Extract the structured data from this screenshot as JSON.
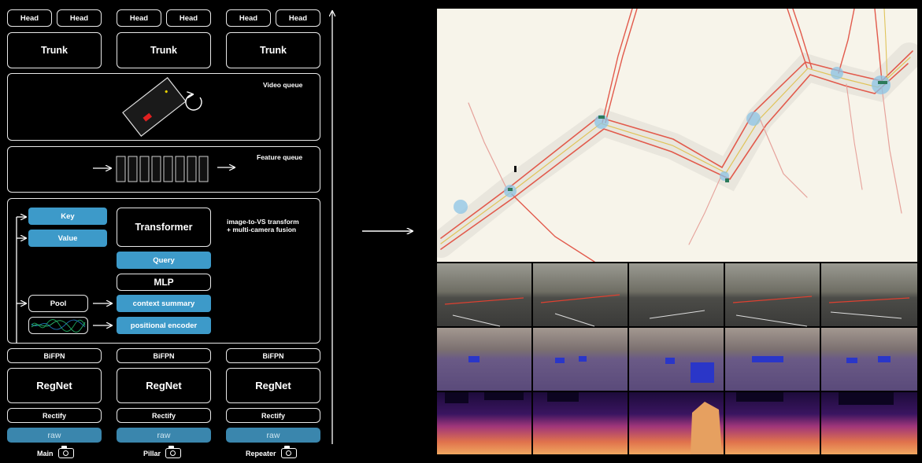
{
  "columns": [
    {
      "head_left": "Head",
      "head_right": "Head",
      "trunk": "Trunk",
      "bifpn": "BiFPN",
      "regnet": "RegNet",
      "rectify": "Rectify",
      "raw": "raw",
      "camera": "Main"
    },
    {
      "head_left": "Head",
      "head_right": "Head",
      "trunk": "Trunk",
      "bifpn": "BiFPN",
      "regnet": "RegNet",
      "rectify": "Rectify",
      "raw": "raw",
      "camera": "Pillar"
    },
    {
      "head_left": "Head",
      "head_right": "Head",
      "trunk": "Trunk",
      "bifpn": "BiFPN",
      "regnet": "RegNet",
      "rectify": "Rectify",
      "raw": "raw",
      "camera": "Repeater"
    }
  ],
  "video_queue": {
    "label": "Video queue"
  },
  "feature_queue": {
    "label": "Feature queue"
  },
  "fusion": {
    "key": "Key",
    "value": "Value",
    "transformer": "Transformer",
    "query": "Query",
    "mlp": "MLP",
    "pool": "Pool",
    "context_summary": "context summary",
    "positional_encoder": "positional encoder",
    "description_line1": "image-to-VS transform",
    "description_line2": "+ multi-camera fusion"
  },
  "colors": {
    "accent_blue": "#3d9ac9",
    "raw_blue": "#3a86ad",
    "road_red": "#e25a4c",
    "road_yellow": "#e0c45a",
    "intersection": "#8cc4e6"
  },
  "icons": [
    "camera-icon",
    "rotate-arrow-icon",
    "car-icon",
    "sine-wave-icon",
    "arrow-icon"
  ]
}
